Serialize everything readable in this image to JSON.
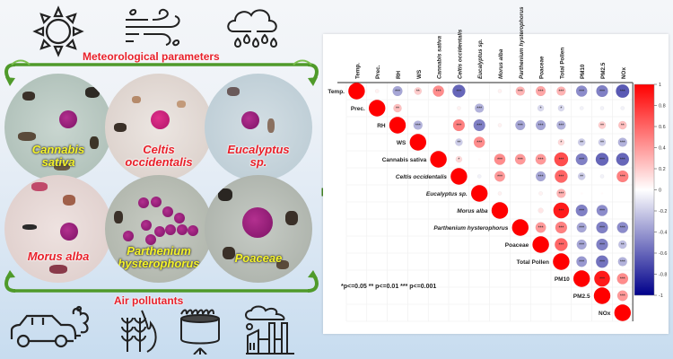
{
  "labels": {
    "meteorological": "Meteorological parameters",
    "air_pollutants": "Air pollutants"
  },
  "icons": {
    "top": [
      "sun-icon",
      "wind-icon",
      "rain-cloud-icon"
    ],
    "bottom": [
      "car-exhaust-icon",
      "crop-burning-icon",
      "waste-burning-icon",
      "factory-icon"
    ]
  },
  "micrographs": [
    {
      "name": "Cannabis sativa",
      "line1": "Cannabis",
      "line2": "sativa",
      "label_color": "yellow",
      "bg": "#b9c9c2"
    },
    {
      "name": "Celtis occidentalis",
      "line1": "Celtis",
      "line2": "occidentalis",
      "label_color": "red",
      "bg": "#e4dcd6"
    },
    {
      "name": "Eucalyptus sp.",
      "line1": "Eucalyptus",
      "line2": "sp.",
      "label_color": "red",
      "bg": "#c5d3da"
    },
    {
      "name": "Morus alba",
      "line1": "Morus alba",
      "line2": "",
      "label_color": "red",
      "bg": "#e8d8d6"
    },
    {
      "name": "Parthenium hysterophorus",
      "line1": "Parthenium",
      "line2": "hysterophorus",
      "label_color": "yellow",
      "bg": "#c0c4bd"
    },
    {
      "name": "Poaceae",
      "line1": "Poaceae",
      "line2": "",
      "label_color": "yellow",
      "bg": "#bfc4be"
    }
  ],
  "significance_note": "*p<=0.05  ** p<=0.01  *** p<=0.001",
  "colors": {
    "accent_green": "#5a9a2e",
    "label_red": "#e8202a",
    "positive": "#ff0000",
    "negative": "#00008b"
  },
  "chart_data": {
    "type": "heatmap",
    "subtype": "correlation-circle-upper-triangle",
    "title": "",
    "variables": [
      "Temp.",
      "Prec.",
      "RH",
      "WS",
      "Cannabis sativa",
      "Celtis occidentalis",
      "Eucalyptus sp.",
      "Morus alba",
      "Parthenium hysterophorus",
      "Poaceae",
      "Total Pollen",
      "PM10",
      "PM2.5",
      "NOx"
    ],
    "column_labels": [
      "Temp.",
      "Prec.",
      "RH",
      "WS",
      "Cannabis sativa",
      "Celtis occidentalis",
      "Eucalyptus sp.",
      "Morus alba",
      "Parthenium hysterophorus",
      "Poaceae",
      "Total Pollen",
      "PM10",
      "PM2.5",
      "NOx"
    ],
    "row_labels": [
      "Temp.",
      "Prec.",
      "RH",
      "WS",
      "Cannabis sativa",
      "Celtis occidentalis",
      "Eucalyptus sp.",
      "Morus alba",
      "Parthenium hysterophorus",
      "Poaceae",
      "Total Pollen",
      "PM10",
      "PM2.5",
      "NOx"
    ],
    "matrix": [
      [
        1,
        0.05,
        -0.35,
        0.2,
        0.45,
        -0.6,
        0,
        0.05,
        0.3,
        0.35,
        0.3,
        -0.45,
        -0.5,
        -0.65
      ],
      [
        null,
        1,
        0.25,
        0,
        0,
        0.05,
        -0.3,
        0,
        0,
        -0.15,
        -0.15,
        -0.05,
        -0.05,
        -0.05
      ],
      [
        null,
        null,
        1,
        -0.3,
        0,
        0.5,
        -0.5,
        0.05,
        -0.35,
        -0.35,
        -0.3,
        0,
        0.2,
        0.25
      ],
      [
        null,
        null,
        null,
        1,
        0,
        -0.2,
        0.45,
        0,
        0,
        0,
        0.15,
        -0.2,
        -0.2,
        -0.3
      ],
      [
        null,
        null,
        null,
        null,
        1,
        0.15,
        0.02,
        0.45,
        0.4,
        0.4,
        0.7,
        -0.5,
        -0.6,
        -0.6
      ],
      [
        null,
        null,
        null,
        null,
        null,
        1,
        -0.05,
        0.4,
        0,
        -0.35,
        0.6,
        -0.2,
        -0.05,
        0.5
      ],
      [
        null,
        null,
        null,
        null,
        null,
        null,
        1,
        0.05,
        0,
        0.05,
        0.3,
        0.02,
        0.02,
        0
      ],
      [
        null,
        null,
        null,
        null,
        null,
        null,
        null,
        1,
        0,
        0.1,
        0.9,
        -0.5,
        -0.45,
        0
      ],
      [
        null,
        null,
        null,
        null,
        null,
        null,
        null,
        null,
        1,
        0.4,
        0.5,
        -0.35,
        -0.5,
        -0.45
      ],
      [
        null,
        null,
        null,
        null,
        null,
        null,
        null,
        null,
        null,
        1,
        0.6,
        -0.35,
        -0.5,
        -0.25
      ],
      [
        null,
        null,
        null,
        null,
        null,
        null,
        null,
        null,
        null,
        null,
        1,
        -0.4,
        -0.55,
        -0.3
      ],
      [
        null,
        null,
        null,
        null,
        null,
        null,
        null,
        null,
        null,
        null,
        null,
        1,
        0.9,
        0.45
      ],
      [
        null,
        null,
        null,
        null,
        null,
        null,
        null,
        null,
        null,
        null,
        null,
        null,
        1,
        0.4
      ],
      [
        null,
        null,
        null,
        null,
        null,
        null,
        null,
        null,
        null,
        null,
        null,
        null,
        null,
        1
      ]
    ],
    "colorbar": {
      "range": [
        -1,
        1
      ],
      "ticks": [
        "1",
        "0.8",
        "0.6",
        "0.4",
        "0.2",
        "0",
        "-0.2",
        "-0.4",
        "-0.6",
        "-0.8",
        "-1"
      ],
      "positive_color": "#ff0000",
      "zero_color": "#ffffff",
      "negative_color": "#00008b",
      "placement": "right"
    },
    "legend": "*p<=0.05  ** p<=0.01  *** p<=0.001"
  }
}
